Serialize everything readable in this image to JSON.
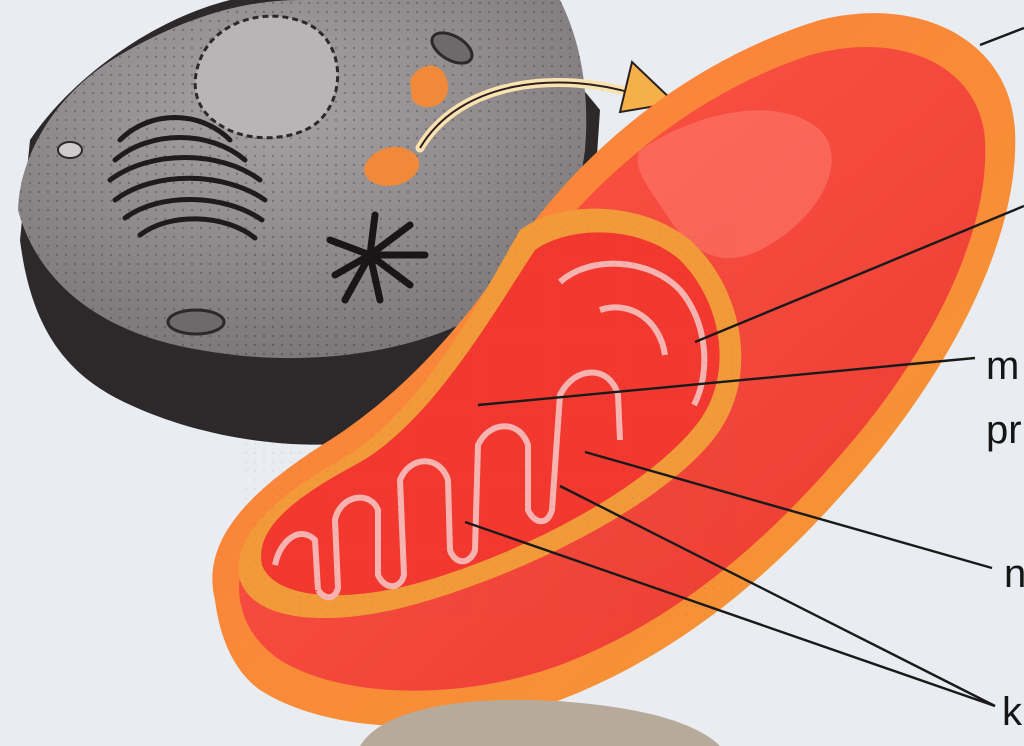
{
  "labels": {
    "m": "m",
    "pr": "pr",
    "n": "n",
    "k": "k"
  },
  "colors": {
    "background": "#e9ecf1",
    "cell_fill": "#8f8a8c",
    "cell_dark": "#2a2628",
    "mitochondrion_outer": "#f59a3a",
    "mitochondrion_inner": "#ee3a35",
    "cristae_outline": "#f7b3b0",
    "leader_line": "#1a1a1a",
    "arrow": "#f5b04a"
  }
}
